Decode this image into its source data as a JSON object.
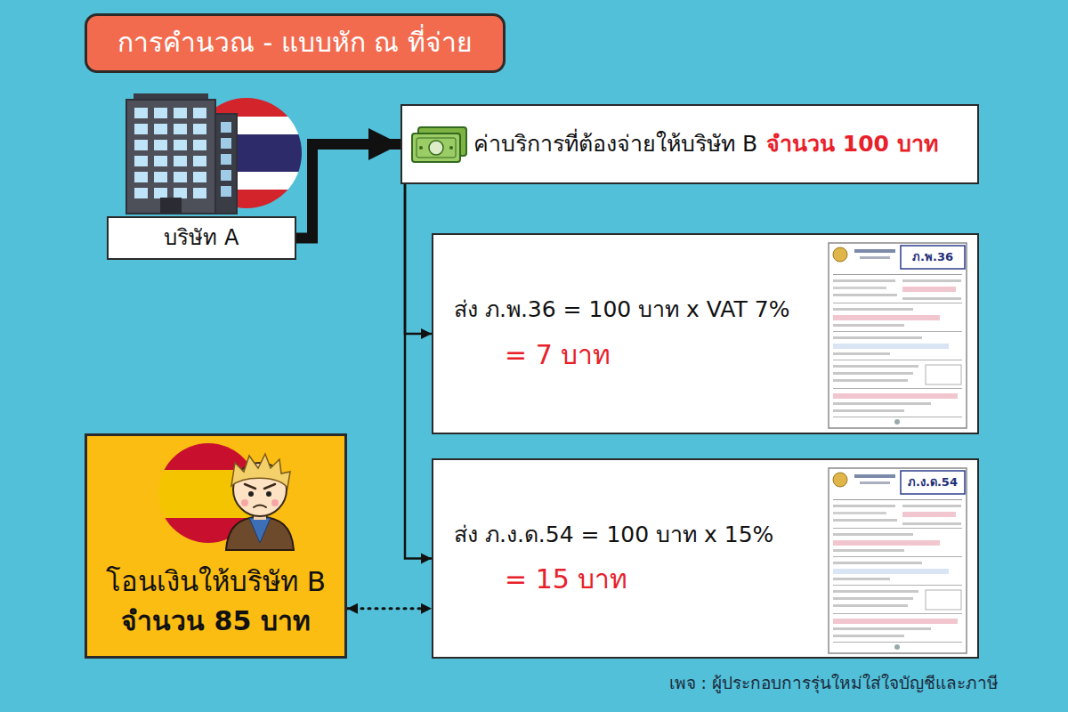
{
  "diagram": {
    "title": "การคำนวณ - แบบหัก ณ ที่จ่าย",
    "caption": "เพจ : ผู้ประกอบการรุ่นใหม่ใส่ใจบัญชีและภาษี",
    "nodes": [
      {
        "text": [
          "บริษัท A"
        ]
      },
      {
        "text": [
          "ค่าบริการที่ต้องจ่ายให้บริษัท B",
          "จำนวน 100 บาท"
        ]
      },
      {
        "text": [
          "ส่ง ภ.พ.36 = 100 บาท x VAT 7%",
          "= 7 บาท"
        ]
      },
      {
        "text": [
          "ส่ง ภ.ง.ด.54 = 100 บาท x 15%",
          "= 15 บาท"
        ]
      },
      {
        "text": [
          "โอนเงินให้บริษัท B",
          "จำนวน 85 บาท"
        ]
      }
    ],
    "edges": [
      {
        "from": 0,
        "to": 1,
        "arrow": "to"
      },
      {
        "from": 1,
        "to": 2,
        "arrow": "to"
      },
      {
        "from": 1,
        "to": 3,
        "arrow": "to"
      },
      {
        "from": 4,
        "to": 3,
        "arrow": "both"
      }
    ],
    "labels": [
      "ภ.พ.36",
      "ภ.ง.ด.54"
    ]
  }
}
